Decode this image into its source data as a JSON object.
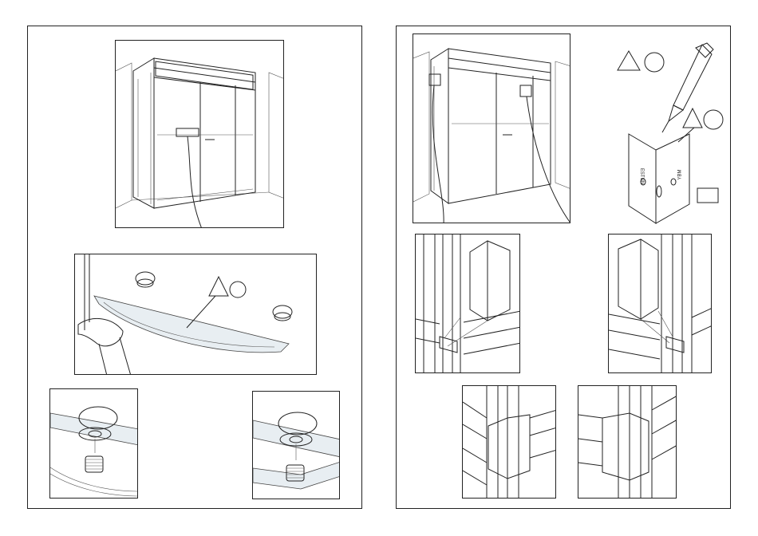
{
  "pages": [
    {
      "name": "left-page"
    },
    {
      "name": "right-page"
    }
  ],
  "labels": {
    "bracket_brand": "ESTUN",
    "bracket_model": "YBM"
  }
}
